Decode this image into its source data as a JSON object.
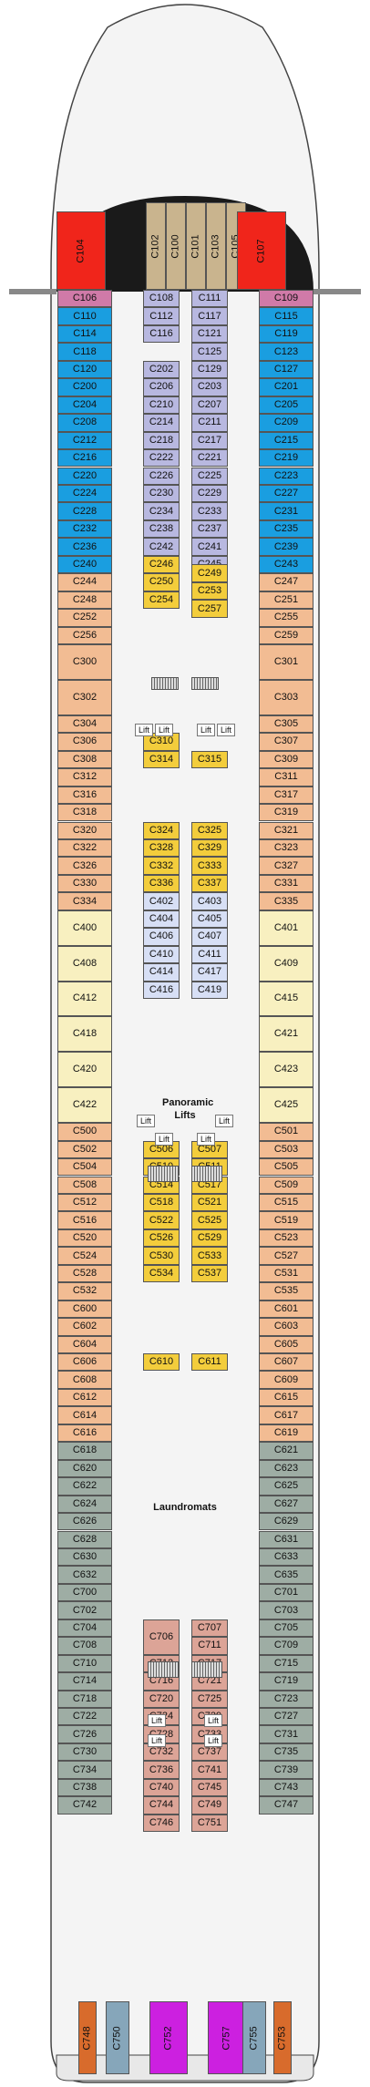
{
  "colors": {
    "blue": "#1a9ee0",
    "lavender": "#b8b8e0",
    "pink": "#d07aa8",
    "orange": "#f2bc93",
    "yellow": "#f3cd3c",
    "cream": "#f8f0c0",
    "lightblue": "#d7dff5",
    "teal": "#9eada4",
    "salmon": "#dca497",
    "red": "#f0251b",
    "rust": "#d86b2c",
    "steel": "#86a6ba",
    "magenta": "#cc20e0",
    "khaki": "#c9b48e"
  },
  "labels": {
    "panoramic": "Panoramic",
    "lifts": "Lifts",
    "laundromats": "Laundromats",
    "lift": "Lift"
  },
  "bow_cabins": [
    {
      "n": "C104",
      "c": "red"
    },
    {
      "n": "C102",
      "c": "khaki"
    },
    {
      "n": "C100",
      "c": "khaki"
    },
    {
      "n": "C101",
      "c": "khaki"
    },
    {
      "n": "C103",
      "c": "khaki"
    },
    {
      "n": "C105",
      "c": "khaki"
    },
    {
      "n": "C107",
      "c": "red"
    }
  ],
  "port_outer": [
    {
      "n": "C106",
      "c": "pink"
    },
    {
      "n": "C110",
      "c": "blue"
    },
    {
      "n": "C114",
      "c": "blue"
    },
    {
      "n": "C118",
      "c": "blue"
    },
    {
      "n": "C120",
      "c": "blue"
    },
    {
      "n": "C200",
      "c": "blue"
    },
    {
      "n": "C204",
      "c": "blue"
    },
    {
      "n": "C208",
      "c": "blue"
    },
    {
      "n": "C212",
      "c": "blue"
    },
    {
      "n": "C216",
      "c": "blue"
    },
    {
      "n": "C220",
      "c": "blue"
    },
    {
      "n": "C224",
      "c": "blue"
    },
    {
      "n": "C228",
      "c": "blue"
    },
    {
      "n": "C232",
      "c": "blue"
    },
    {
      "n": "C236",
      "c": "blue"
    },
    {
      "n": "C240",
      "c": "blue"
    },
    {
      "n": "C244",
      "c": "orange"
    },
    {
      "n": "C248",
      "c": "orange"
    },
    {
      "n": "C252",
      "c": "orange"
    },
    {
      "n": "C256",
      "c": "orange"
    },
    {
      "n": "C300",
      "c": "orange",
      "h": 2
    },
    {
      "n": "C302",
      "c": "orange",
      "h": 2
    },
    {
      "n": "C304",
      "c": "orange"
    },
    {
      "n": "C306",
      "c": "orange"
    },
    {
      "n": "C308",
      "c": "orange"
    },
    {
      "n": "C312",
      "c": "orange"
    },
    {
      "n": "C316",
      "c": "orange"
    },
    {
      "n": "C318",
      "c": "orange"
    },
    {
      "n": "C320",
      "c": "orange"
    },
    {
      "n": "C322",
      "c": "orange"
    },
    {
      "n": "C326",
      "c": "orange"
    },
    {
      "n": "C330",
      "c": "orange"
    },
    {
      "n": "C334",
      "c": "orange"
    },
    {
      "n": "C400",
      "c": "cream",
      "h": 2
    },
    {
      "n": "C408",
      "c": "cream",
      "h": 2
    },
    {
      "n": "C412",
      "c": "cream",
      "h": 2
    },
    {
      "n": "C418",
      "c": "cream",
      "h": 2
    },
    {
      "n": "C420",
      "c": "cream",
      "h": 2
    },
    {
      "n": "C422",
      "c": "cream",
      "h": 2
    },
    {
      "n": "C500",
      "c": "orange"
    },
    {
      "n": "C502",
      "c": "orange"
    },
    {
      "n": "C504",
      "c": "orange"
    },
    {
      "n": "C508",
      "c": "orange"
    },
    {
      "n": "C512",
      "c": "orange"
    },
    {
      "n": "C516",
      "c": "orange"
    },
    {
      "n": "C520",
      "c": "orange"
    },
    {
      "n": "C524",
      "c": "orange"
    },
    {
      "n": "C528",
      "c": "orange"
    },
    {
      "n": "C532",
      "c": "orange"
    },
    {
      "n": "C600",
      "c": "orange"
    },
    {
      "n": "C602",
      "c": "orange"
    },
    {
      "n": "C604",
      "c": "orange"
    },
    {
      "n": "C606",
      "c": "orange"
    },
    {
      "n": "C608",
      "c": "orange"
    },
    {
      "n": "C612",
      "c": "orange"
    },
    {
      "n": "C614",
      "c": "orange"
    },
    {
      "n": "C616",
      "c": "orange"
    },
    {
      "n": "C618",
      "c": "teal"
    },
    {
      "n": "C620",
      "c": "teal"
    },
    {
      "n": "C622",
      "c": "teal"
    },
    {
      "n": "C624",
      "c": "teal"
    },
    {
      "n": "C626",
      "c": "teal"
    },
    {
      "n": "C628",
      "c": "teal"
    },
    {
      "n": "C630",
      "c": "teal"
    },
    {
      "n": "C632",
      "c": "teal"
    },
    {
      "n": "C700",
      "c": "teal"
    },
    {
      "n": "C702",
      "c": "teal"
    },
    {
      "n": "C704",
      "c": "teal"
    },
    {
      "n": "C708",
      "c": "teal"
    },
    {
      "n": "C710",
      "c": "teal"
    },
    {
      "n": "C714",
      "c": "teal"
    },
    {
      "n": "C718",
      "c": "teal"
    },
    {
      "n": "C722",
      "c": "teal"
    },
    {
      "n": "C726",
      "c": "teal"
    },
    {
      "n": "C730",
      "c": "teal"
    },
    {
      "n": "C734",
      "c": "teal"
    },
    {
      "n": "C738",
      "c": "teal"
    },
    {
      "n": "C742",
      "c": "teal"
    }
  ],
  "starboard_outer": [
    {
      "n": "C109",
      "c": "pink"
    },
    {
      "n": "C115",
      "c": "blue"
    },
    {
      "n": "C119",
      "c": "blue"
    },
    {
      "n": "C123",
      "c": "blue"
    },
    {
      "n": "C127",
      "c": "blue"
    },
    {
      "n": "C201",
      "c": "blue"
    },
    {
      "n": "C205",
      "c": "blue"
    },
    {
      "n": "C209",
      "c": "blue"
    },
    {
      "n": "C215",
      "c": "blue"
    },
    {
      "n": "C219",
      "c": "blue"
    },
    {
      "n": "C223",
      "c": "blue"
    },
    {
      "n": "C227",
      "c": "blue"
    },
    {
      "n": "C231",
      "c": "blue"
    },
    {
      "n": "C235",
      "c": "blue"
    },
    {
      "n": "C239",
      "c": "blue"
    },
    {
      "n": "C243",
      "c": "blue"
    },
    {
      "n": "C247",
      "c": "orange"
    },
    {
      "n": "C251",
      "c": "orange"
    },
    {
      "n": "C255",
      "c": "orange"
    },
    {
      "n": "C259",
      "c": "orange"
    },
    {
      "n": "C301",
      "c": "orange",
      "h": 2
    },
    {
      "n": "C303",
      "c": "orange",
      "h": 2
    },
    {
      "n": "C305",
      "c": "orange"
    },
    {
      "n": "C307",
      "c": "orange"
    },
    {
      "n": "C309",
      "c": "orange"
    },
    {
      "n": "C311",
      "c": "orange"
    },
    {
      "n": "C317",
      "c": "orange"
    },
    {
      "n": "C319",
      "c": "orange"
    },
    {
      "n": "C321",
      "c": "orange"
    },
    {
      "n": "C323",
      "c": "orange"
    },
    {
      "n": "C327",
      "c": "orange"
    },
    {
      "n": "C331",
      "c": "orange"
    },
    {
      "n": "C335",
      "c": "orange"
    },
    {
      "n": "C401",
      "c": "cream",
      "h": 2
    },
    {
      "n": "C409",
      "c": "cream",
      "h": 2
    },
    {
      "n": "C415",
      "c": "cream",
      "h": 2
    },
    {
      "n": "C421",
      "c": "cream",
      "h": 2
    },
    {
      "n": "C423",
      "c": "cream",
      "h": 2
    },
    {
      "n": "C425",
      "c": "cream",
      "h": 2
    },
    {
      "n": "C501",
      "c": "orange"
    },
    {
      "n": "C503",
      "c": "orange"
    },
    {
      "n": "C505",
      "c": "orange"
    },
    {
      "n": "C509",
      "c": "orange"
    },
    {
      "n": "C515",
      "c": "orange"
    },
    {
      "n": "C519",
      "c": "orange"
    },
    {
      "n": "C523",
      "c": "orange"
    },
    {
      "n": "C527",
      "c": "orange"
    },
    {
      "n": "C531",
      "c": "orange"
    },
    {
      "n": "C535",
      "c": "orange"
    },
    {
      "n": "C601",
      "c": "orange"
    },
    {
      "n": "C603",
      "c": "orange"
    },
    {
      "n": "C605",
      "c": "orange"
    },
    {
      "n": "C607",
      "c": "orange"
    },
    {
      "n": "C609",
      "c": "orange"
    },
    {
      "n": "C615",
      "c": "orange"
    },
    {
      "n": "C617",
      "c": "orange"
    },
    {
      "n": "C619",
      "c": "orange"
    },
    {
      "n": "C621",
      "c": "teal"
    },
    {
      "n": "C623",
      "c": "teal"
    },
    {
      "n": "C625",
      "c": "teal"
    },
    {
      "n": "C627",
      "c": "teal"
    },
    {
      "n": "C629",
      "c": "teal"
    },
    {
      "n": "C631",
      "c": "teal"
    },
    {
      "n": "C633",
      "c": "teal"
    },
    {
      "n": "C635",
      "c": "teal"
    },
    {
      "n": "C701",
      "c": "teal"
    },
    {
      "n": "C703",
      "c": "teal"
    },
    {
      "n": "C705",
      "c": "teal"
    },
    {
      "n": "C709",
      "c": "teal"
    },
    {
      "n": "C715",
      "c": "teal"
    },
    {
      "n": "C719",
      "c": "teal"
    },
    {
      "n": "C723",
      "c": "teal"
    },
    {
      "n": "C727",
      "c": "teal"
    },
    {
      "n": "C731",
      "c": "teal"
    },
    {
      "n": "C735",
      "c": "teal"
    },
    {
      "n": "C739",
      "c": "teal"
    },
    {
      "n": "C743",
      "c": "teal"
    },
    {
      "n": "C747",
      "c": "teal"
    }
  ],
  "inner_port": [
    {
      "row": 1,
      "n": "C108",
      "c": "lavender"
    },
    {
      "row": 2,
      "n": "C112",
      "c": "lavender"
    },
    {
      "row": 3,
      "n": "C116",
      "c": "lavender"
    },
    {
      "row": 5,
      "n": "C202",
      "c": "lavender"
    },
    {
      "row": 6,
      "n": "C206",
      "c": "lavender"
    },
    {
      "row": 7,
      "n": "C210",
      "c": "lavender"
    },
    {
      "row": 8,
      "n": "C214",
      "c": "lavender"
    },
    {
      "row": 9,
      "n": "C218",
      "c": "lavender"
    },
    {
      "row": 10,
      "n": "C222",
      "c": "lavender"
    },
    {
      "row": 11,
      "n": "C226",
      "c": "lavender"
    },
    {
      "row": 12,
      "n": "C230",
      "c": "lavender"
    },
    {
      "row": 13,
      "n": "C234",
      "c": "lavender"
    },
    {
      "row": 14,
      "n": "C238",
      "c": "lavender"
    },
    {
      "row": 15,
      "n": "C242",
      "c": "lavender"
    },
    {
      "row": 16,
      "n": "C246",
      "c": "yellow"
    },
    {
      "row": 17,
      "n": "C250",
      "c": "yellow"
    },
    {
      "row": 18,
      "n": "C254",
      "c": "yellow"
    },
    {
      "row": 26,
      "n": "C310",
      "c": "yellow"
    },
    {
      "row": 27,
      "n": "C314",
      "c": "yellow"
    },
    {
      "row": 31,
      "n": "C324",
      "c": "yellow"
    },
    {
      "row": 32,
      "n": "C328",
      "c": "yellow"
    },
    {
      "row": 33,
      "n": "C332",
      "c": "yellow"
    },
    {
      "row": 34,
      "n": "C336",
      "c": "yellow"
    },
    {
      "row": 35,
      "n": "C402",
      "c": "lightblue"
    },
    {
      "row": 36,
      "n": "C404",
      "c": "lightblue"
    },
    {
      "row": 37,
      "n": "C406",
      "c": "lightblue"
    },
    {
      "row": 38,
      "n": "C410",
      "c": "lightblue"
    },
    {
      "row": 39,
      "n": "C414",
      "c": "lightblue"
    },
    {
      "row": 40,
      "n": "C416",
      "c": "lightblue"
    },
    {
      "row": 49,
      "n": "C506",
      "c": "yellow"
    },
    {
      "row": 50,
      "n": "C510",
      "c": "yellow"
    },
    {
      "row": 51,
      "n": "C514",
      "c": "yellow"
    },
    {
      "row": 52,
      "n": "C518",
      "c": "yellow"
    },
    {
      "row": 53,
      "n": "C522",
      "c": "yellow"
    },
    {
      "row": 54,
      "n": "C526",
      "c": "yellow"
    },
    {
      "row": 55,
      "n": "C530",
      "c": "yellow"
    },
    {
      "row": 56,
      "n": "C534",
      "c": "yellow"
    },
    {
      "row": 61,
      "n": "C610",
      "c": "yellow"
    },
    {
      "row": 76,
      "n": "C706",
      "c": "salmon",
      "h": 2
    },
    {
      "row": 78,
      "n": "C712",
      "c": "salmon"
    },
    {
      "row": 79,
      "n": "C716",
      "c": "salmon"
    },
    {
      "row": 80,
      "n": "C720",
      "c": "salmon"
    },
    {
      "row": 81,
      "n": "C724",
      "c": "salmon"
    },
    {
      "row": 82,
      "n": "C728",
      "c": "salmon"
    },
    {
      "row": 83,
      "n": "C732",
      "c": "salmon"
    },
    {
      "row": 84,
      "n": "C736",
      "c": "salmon"
    },
    {
      "row": 85,
      "n": "C740",
      "c": "salmon"
    },
    {
      "row": 86,
      "n": "C744",
      "c": "salmon"
    },
    {
      "row": 87,
      "n": "C746",
      "c": "salmon"
    }
  ],
  "inner_star": [
    {
      "row": 1,
      "n": "C111",
      "c": "lavender"
    },
    {
      "row": 2,
      "n": "C117",
      "c": "lavender"
    },
    {
      "row": 3,
      "n": "C121",
      "c": "lavender"
    },
    {
      "row": 4,
      "n": "C125",
      "c": "lavender"
    },
    {
      "row": 5,
      "n": "C129",
      "c": "lavender"
    },
    {
      "row": 6,
      "n": "C203",
      "c": "lavender"
    },
    {
      "row": 7,
      "n": "C207",
      "c": "lavender"
    },
    {
      "row": 8,
      "n": "C211",
      "c": "lavender"
    },
    {
      "row": 9,
      "n": "C217",
      "c": "lavender"
    },
    {
      "row": 10,
      "n": "C221",
      "c": "lavender"
    },
    {
      "row": 11,
      "n": "C225",
      "c": "lavender"
    },
    {
      "row": 12,
      "n": "C229",
      "c": "lavender"
    },
    {
      "row": 13,
      "n": "C233",
      "c": "lavender"
    },
    {
      "row": 14,
      "n": "C237",
      "c": "lavender"
    },
    {
      "row": 15,
      "n": "C241",
      "c": "lavender"
    },
    {
      "row": 16,
      "n": "C245",
      "c": "lavender"
    },
    {
      "row": 16.5,
      "n": "C249",
      "c": "yellow"
    },
    {
      "row": 17.5,
      "n": "C253",
      "c": "yellow"
    },
    {
      "row": 18.5,
      "n": "C257",
      "c": "yellow"
    },
    {
      "row": 27,
      "n": "C315",
      "c": "yellow"
    },
    {
      "row": 31,
      "n": "C325",
      "c": "yellow"
    },
    {
      "row": 32,
      "n": "C329",
      "c": "yellow"
    },
    {
      "row": 33,
      "n": "C333",
      "c": "yellow"
    },
    {
      "row": 34,
      "n": "C337",
      "c": "yellow"
    },
    {
      "row": 35,
      "n": "C403",
      "c": "lightblue"
    },
    {
      "row": 36,
      "n": "C405",
      "c": "lightblue"
    },
    {
      "row": 37,
      "n": "C407",
      "c": "lightblue"
    },
    {
      "row": 38,
      "n": "C411",
      "c": "lightblue"
    },
    {
      "row": 39,
      "n": "C417",
      "c": "lightblue"
    },
    {
      "row": 40,
      "n": "C419",
      "c": "lightblue"
    },
    {
      "row": 49,
      "n": "C507",
      "c": "yellow"
    },
    {
      "row": 50,
      "n": "C511",
      "c": "yellow"
    },
    {
      "row": 51,
      "n": "C517",
      "c": "yellow"
    },
    {
      "row": 52,
      "n": "C521",
      "c": "yellow"
    },
    {
      "row": 53,
      "n": "C525",
      "c": "yellow"
    },
    {
      "row": 54,
      "n": "C529",
      "c": "yellow"
    },
    {
      "row": 55,
      "n": "C533",
      "c": "yellow"
    },
    {
      "row": 56,
      "n": "C537",
      "c": "yellow"
    },
    {
      "row": 61,
      "n": "C611",
      "c": "yellow"
    },
    {
      "row": 76,
      "n": "C707",
      "c": "salmon"
    },
    {
      "row": 77,
      "n": "C711",
      "c": "salmon"
    },
    {
      "row": 78,
      "n": "C717",
      "c": "salmon"
    },
    {
      "row": 79,
      "n": "C721",
      "c": "salmon"
    },
    {
      "row": 80,
      "n": "C725",
      "c": "salmon"
    },
    {
      "row": 81,
      "n": "C729",
      "c": "salmon"
    },
    {
      "row": 82,
      "n": "C733",
      "c": "salmon"
    },
    {
      "row": 83,
      "n": "C737",
      "c": "salmon"
    },
    {
      "row": 84,
      "n": "C741",
      "c": "salmon"
    },
    {
      "row": 85,
      "n": "C745",
      "c": "salmon"
    },
    {
      "row": 86,
      "n": "C749",
      "c": "salmon"
    },
    {
      "row": 87,
      "n": "C751",
      "c": "salmon"
    }
  ],
  "stern_cabins": [
    {
      "n": "C748",
      "c": "rust"
    },
    {
      "n": "C750",
      "c": "steel"
    },
    {
      "n": "C752",
      "c": "magenta"
    },
    {
      "n": "C757",
      "c": "magenta"
    },
    {
      "n": "C755",
      "c": "steel"
    },
    {
      "n": "C753",
      "c": "rust"
    }
  ]
}
